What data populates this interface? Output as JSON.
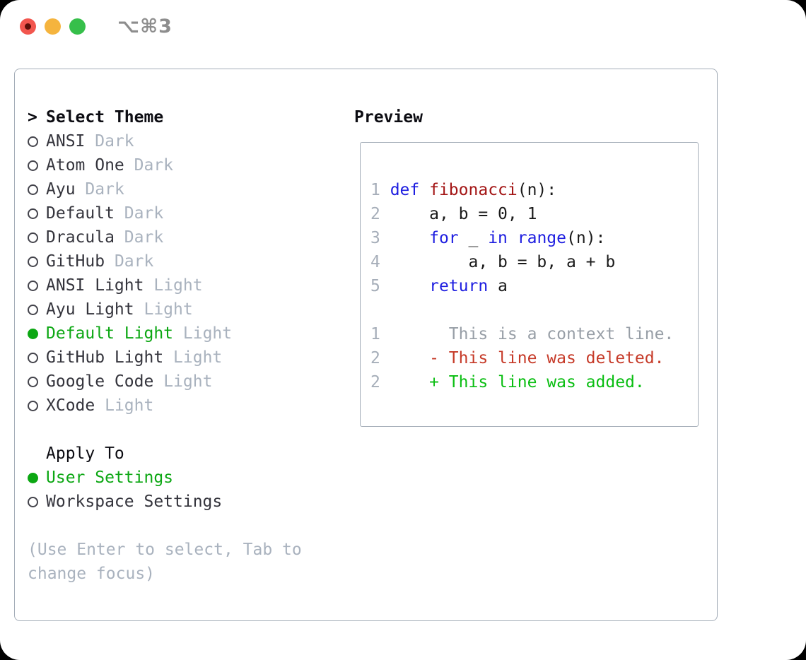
{
  "titlebar": {
    "shortcut_label": "⌥⌘3",
    "traffic_lights": [
      "close",
      "minimize",
      "zoom"
    ]
  },
  "theme_panel": {
    "caret": ">",
    "title": "Select Theme",
    "themes": [
      {
        "name": "ANSI",
        "variant": "Dark",
        "selected": false
      },
      {
        "name": "Atom One",
        "variant": "Dark",
        "selected": false
      },
      {
        "name": "Ayu",
        "variant": "Dark",
        "selected": false
      },
      {
        "name": "Default",
        "variant": "Dark",
        "selected": false
      },
      {
        "name": "Dracula",
        "variant": "Dark",
        "selected": false
      },
      {
        "name": "GitHub",
        "variant": "Dark",
        "selected": false
      },
      {
        "name": "ANSI Light",
        "variant": "Light",
        "selected": false
      },
      {
        "name": "Ayu Light",
        "variant": "Light",
        "selected": false
      },
      {
        "name": "Default Light",
        "variant": "Light",
        "selected": true
      },
      {
        "name": "GitHub Light",
        "variant": "Light",
        "selected": false
      },
      {
        "name": "Google Code",
        "variant": "Light",
        "selected": false
      },
      {
        "name": "XCode",
        "variant": "Light",
        "selected": false
      }
    ],
    "apply_to": {
      "title": "Apply To",
      "options": [
        {
          "label": "User Settings",
          "selected": true
        },
        {
          "label": "Workspace Settings",
          "selected": false
        }
      ]
    },
    "help_text": "(Use Enter to select, Tab to change focus)"
  },
  "preview": {
    "title": "Preview",
    "code_lines": [
      {
        "num": "1",
        "tokens": [
          {
            "t": "def",
            "c": "kw"
          },
          {
            "t": " ",
            "c": "pl"
          },
          {
            "t": "fibonacci",
            "c": "fn"
          },
          {
            "t": "(n):",
            "c": "pl"
          }
        ]
      },
      {
        "num": "2",
        "tokens": [
          {
            "t": "    a, b = 0, 1",
            "c": "pl"
          }
        ]
      },
      {
        "num": "3",
        "tokens": [
          {
            "t": "    ",
            "c": "pl"
          },
          {
            "t": "for",
            "c": "kw"
          },
          {
            "t": " _ ",
            "c": "pl"
          },
          {
            "t": "in",
            "c": "kw"
          },
          {
            "t": " ",
            "c": "pl"
          },
          {
            "t": "range",
            "c": "kw"
          },
          {
            "t": "(n):",
            "c": "pl"
          }
        ]
      },
      {
        "num": "4",
        "tokens": [
          {
            "t": "        a, b = b, a + b",
            "c": "pl"
          }
        ]
      },
      {
        "num": "5",
        "tokens": [
          {
            "t": "    ",
            "c": "pl"
          },
          {
            "t": "return",
            "c": "kw"
          },
          {
            "t": " a",
            "c": "pl"
          }
        ]
      }
    ],
    "diff_lines": [
      {
        "num": "1",
        "tokens": [
          {
            "t": "      This is a context line.",
            "c": "ctx"
          }
        ]
      },
      {
        "num": "2",
        "tokens": [
          {
            "t": "    ",
            "c": "pl"
          },
          {
            "t": "- This line was deleted.",
            "c": "del"
          }
        ]
      },
      {
        "num": "2",
        "tokens": [
          {
            "t": "    ",
            "c": "pl"
          },
          {
            "t": "+ This line was added.",
            "c": "add"
          }
        ]
      }
    ]
  },
  "colors": {
    "accent": "#0ca713",
    "added": "#0abe12",
    "deleted": "#c63a28",
    "keyword": "#1d1de0",
    "function_name": "#a31515",
    "muted": "#a9b2be",
    "line_number": "#a6aeb9",
    "context": "#979ea6",
    "text": "#34343c",
    "code_text": "#1a1a1a",
    "border": "#a4adb8",
    "shortcut": "#8d8d8d",
    "traffic_red": "#f2564e",
    "traffic_red_dot": "#5c0f08",
    "traffic_yellow": "#f5b43e",
    "traffic_green": "#36bf4a"
  }
}
